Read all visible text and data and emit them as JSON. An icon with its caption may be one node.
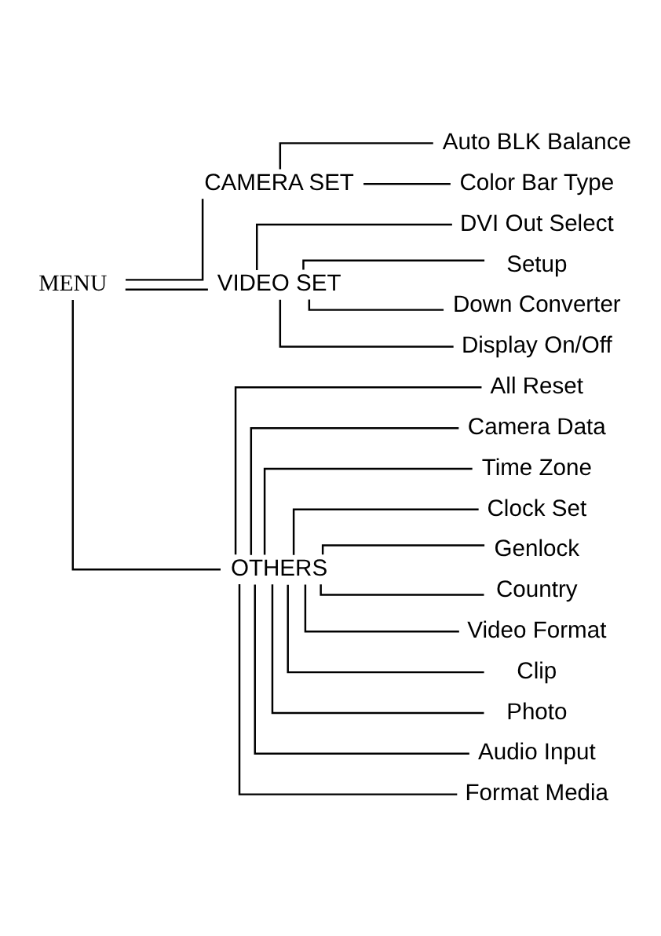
{
  "diagram": {
    "nodes": [
      {
        "text": [
          "MENU"
        ]
      },
      {
        "text": [
          "CAMERA SET"
        ]
      },
      {
        "text": [
          "Auto BLK Balance"
        ]
      },
      {
        "text": [
          "Color Bar Type"
        ]
      },
      {
        "text": [
          "VIDEO SET"
        ]
      },
      {
        "text": [
          "DVI Out Select"
        ]
      },
      {
        "text": [
          "Setup"
        ]
      },
      {
        "text": [
          "Down Converter"
        ]
      },
      {
        "text": [
          "Display On/Off"
        ]
      },
      {
        "text": [
          "OTHERS"
        ]
      },
      {
        "text": [
          "All Reset"
        ]
      },
      {
        "text": [
          "Camera Data"
        ]
      },
      {
        "text": [
          "Time Zone"
        ]
      },
      {
        "text": [
          "Clock Set"
        ]
      },
      {
        "text": [
          "Genlock"
        ]
      },
      {
        "text": [
          "Country"
        ]
      },
      {
        "text": [
          "Video Format"
        ]
      },
      {
        "text": [
          "Clip"
        ]
      },
      {
        "text": [
          "Photo"
        ]
      },
      {
        "text": [
          "Audio Input"
        ]
      },
      {
        "text": [
          "Format Media"
        ]
      }
    ],
    "edges": [
      {
        "from": 0,
        "to": 1,
        "arrow": "none"
      },
      {
        "from": 0,
        "to": 4,
        "arrow": "none"
      },
      {
        "from": 0,
        "to": 9,
        "arrow": "none"
      },
      {
        "from": 1,
        "to": 2,
        "arrow": "none"
      },
      {
        "from": 1,
        "to": 3,
        "arrow": "none"
      },
      {
        "from": 4,
        "to": 5,
        "arrow": "none"
      },
      {
        "from": 4,
        "to": 6,
        "arrow": "none"
      },
      {
        "from": 4,
        "to": 7,
        "arrow": "none"
      },
      {
        "from": 4,
        "to": 8,
        "arrow": "none"
      },
      {
        "from": 9,
        "to": 10,
        "arrow": "none"
      },
      {
        "from": 9,
        "to": 11,
        "arrow": "none"
      },
      {
        "from": 9,
        "to": 12,
        "arrow": "none"
      },
      {
        "from": 9,
        "to": 13,
        "arrow": "none"
      },
      {
        "from": 9,
        "to": 14,
        "arrow": "none"
      },
      {
        "from": 9,
        "to": 15,
        "arrow": "none"
      },
      {
        "from": 9,
        "to": 16,
        "arrow": "none"
      },
      {
        "from": 9,
        "to": 17,
        "arrow": "none"
      },
      {
        "from": 9,
        "to": 18,
        "arrow": "none"
      },
      {
        "from": 9,
        "to": 19,
        "arrow": "none"
      },
      {
        "from": 9,
        "to": 20,
        "arrow": "none"
      }
    ]
  }
}
